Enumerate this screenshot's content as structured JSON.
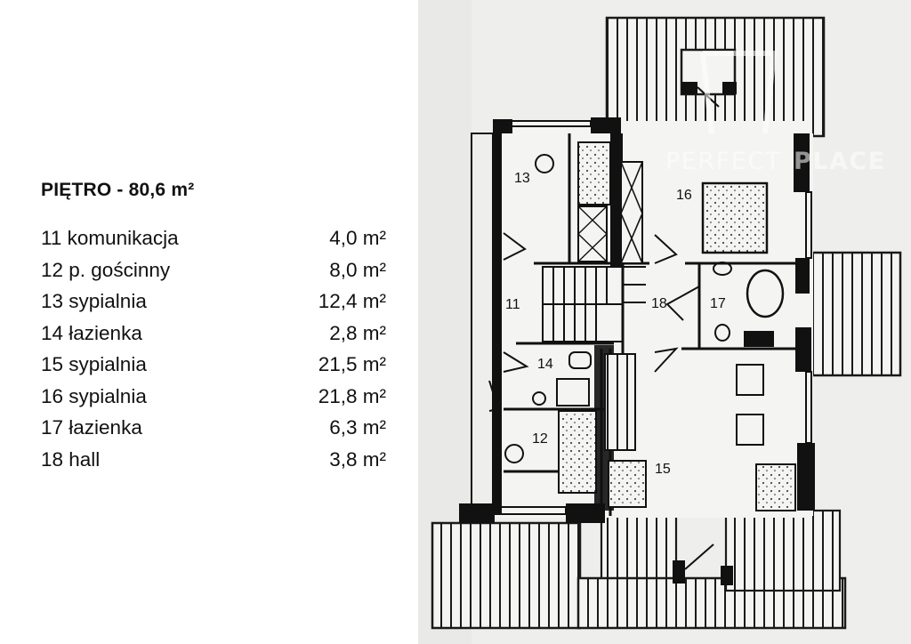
{
  "floor": {
    "title": "PIĘTRO - 80,6 m²",
    "rooms": [
      {
        "name": "11 komunikacja",
        "area": "4,0 m²"
      },
      {
        "name": "12 p. gościnny",
        "area": "8,0 m²"
      },
      {
        "name": "13 sypialnia",
        "area": "12,4 m²"
      },
      {
        "name": "14 łazienka",
        "area": "2,8 m²"
      },
      {
        "name": "15 sypialnia",
        "area": "21,5 m²"
      },
      {
        "name": "16 sypialnia",
        "area": "21,8 m²"
      },
      {
        "name": "17 łazienka",
        "area": "6,3 m²"
      },
      {
        "name": "18 hall",
        "area": "3,8 m²"
      }
    ]
  },
  "plan": {
    "room_labels": {
      "r11": "11",
      "r12": "12",
      "r13": "13",
      "r14": "14",
      "r15": "15",
      "r16": "16",
      "r17": "17",
      "r18": "18"
    },
    "watermark": {
      "part1": "PERFECT",
      "part2": "PLACE"
    }
  }
}
